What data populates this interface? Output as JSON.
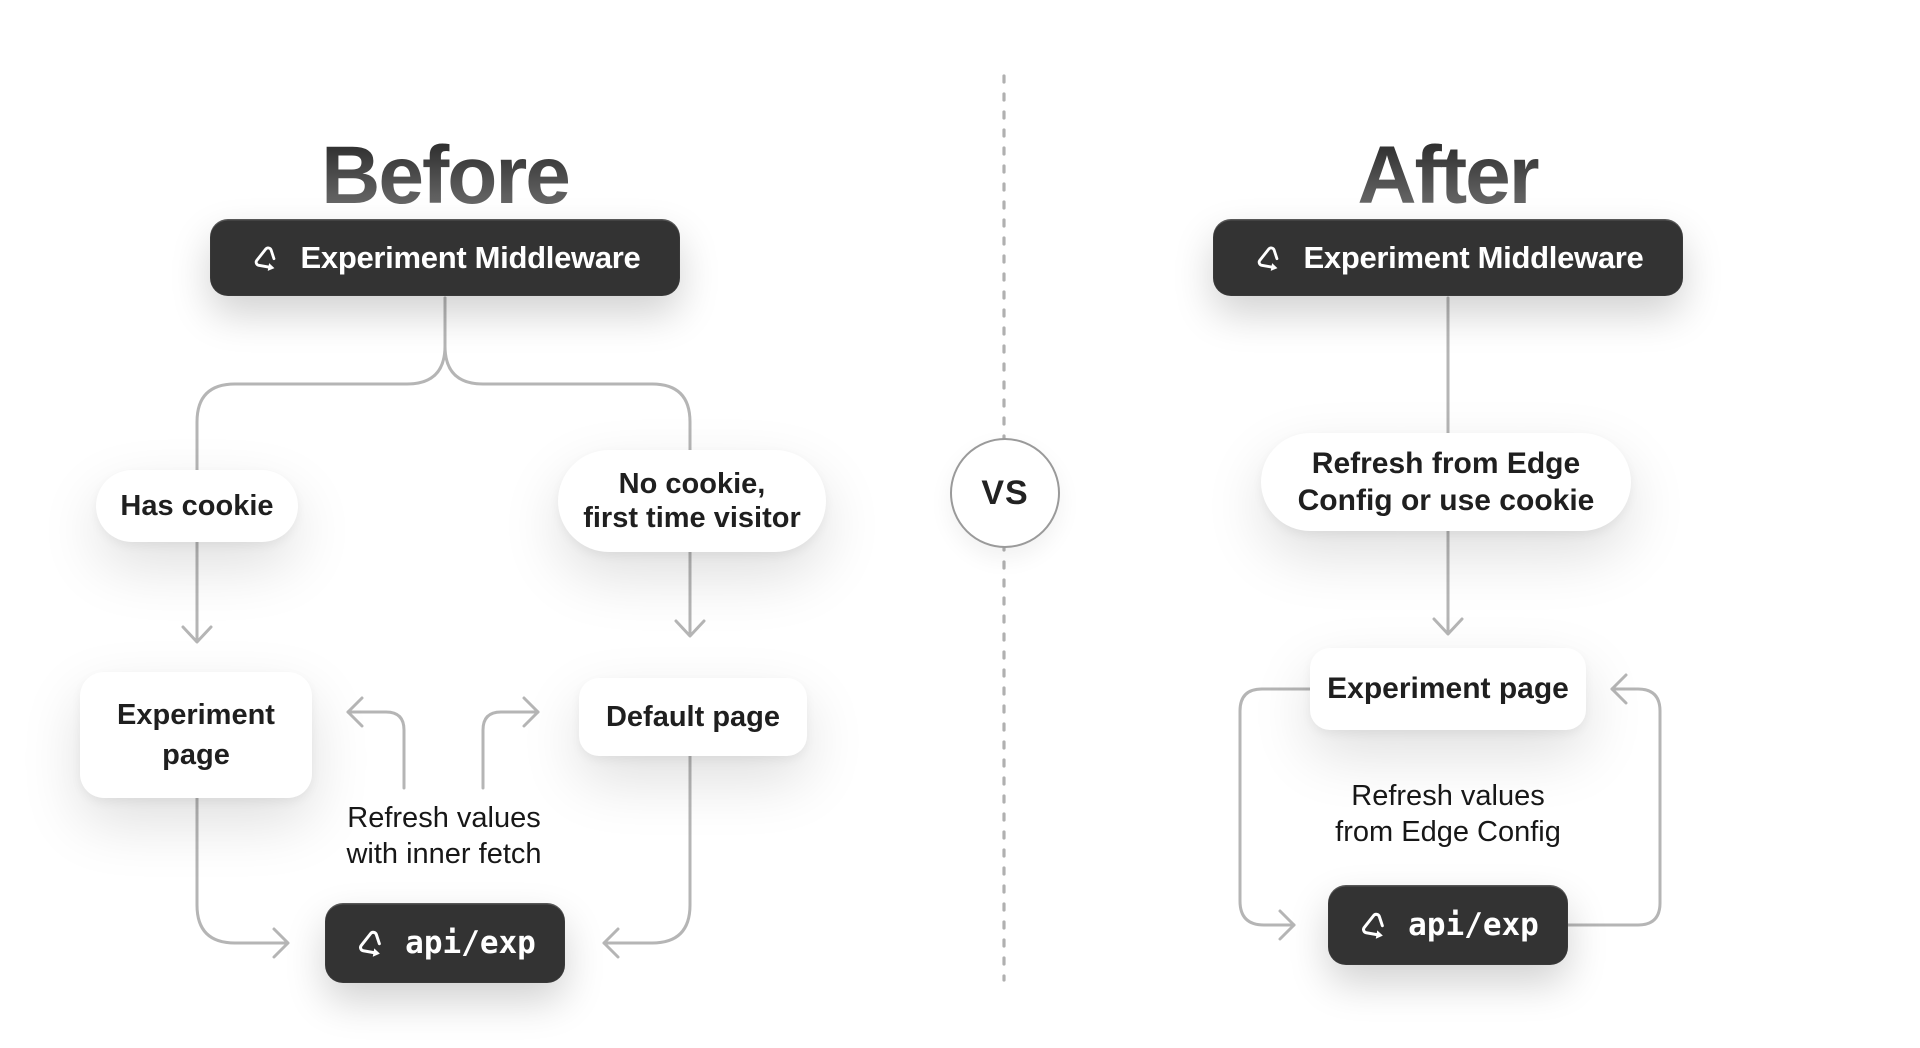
{
  "before": {
    "title": "Before",
    "middleware_label": "Experiment Middleware",
    "has_cookie_label": "Has cookie",
    "no_cookie_label": "No cookie,\nfirst time visitor",
    "experiment_page_label": "Experiment\npage",
    "default_page_label": "Default page",
    "refresh_note": "Refresh values\nwith inner fetch",
    "api_route_label": "api/exp"
  },
  "after": {
    "title": "After",
    "middleware_label": "Experiment Middleware",
    "refresh_pill_label": "Refresh from Edge\nConfig or use cookie",
    "experiment_page_label": "Experiment page",
    "refresh_note": "Refresh values\nfrom Edge Config",
    "api_route_label": "api/exp"
  },
  "divider": {
    "vs_label": "VS"
  },
  "icons": {
    "node_icon": "cycle-triangle-icon"
  },
  "colors": {
    "background": "#ffffff",
    "dark_node": "#333333",
    "node_text_dark": "#1f1f1f",
    "node_text_light": "#ffffff",
    "connector": "#b5b5b5",
    "divider_dash": "#b0b0b0",
    "title_gradient_top": "#2d2d2d",
    "title_gradient_bottom": "#6f6f6f",
    "vs_border": "#9a9a9a"
  }
}
